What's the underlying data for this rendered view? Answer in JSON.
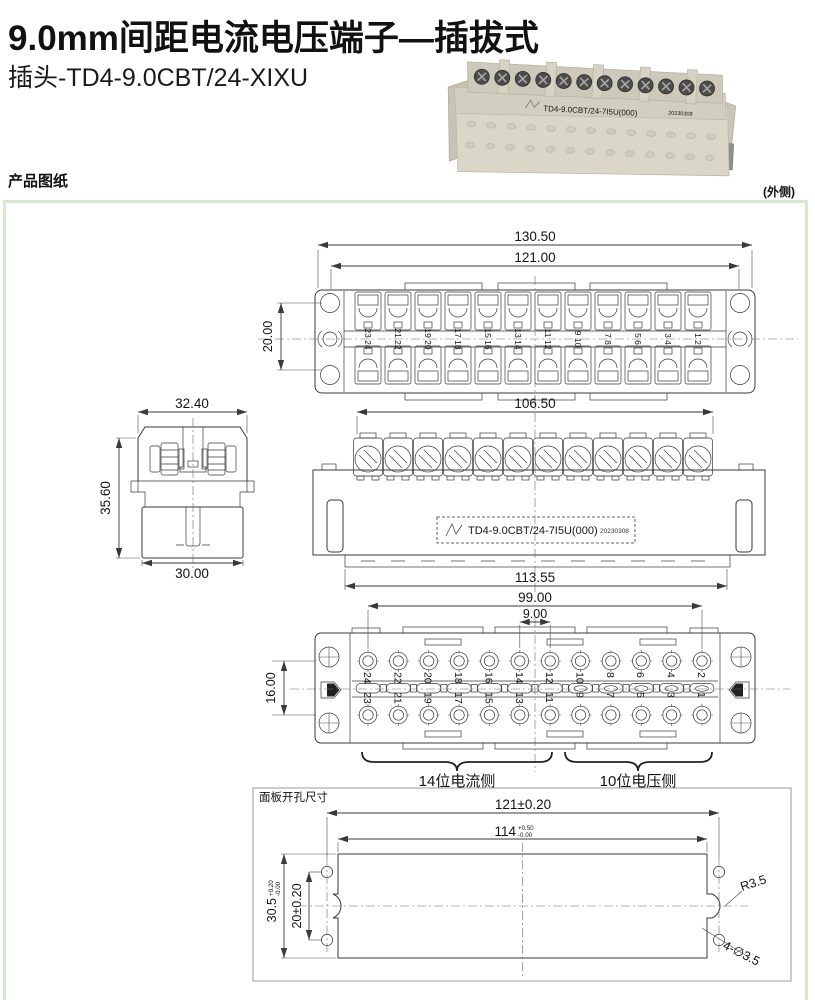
{
  "page": {
    "title": "9.0mm间距电流电压端子—插拔式",
    "subtitle": "插头-TD4-9.0CBT/24-XIXU",
    "section_header": "产品图纸",
    "outer_side_note": "(外侧)"
  },
  "colors": {
    "box_border": "#d8e9cb",
    "line": "#3a3a3a",
    "photo_body": "#d9d5c7"
  },
  "photo": {
    "marking": "TD4-9.0CBT/24-7I5U(000)",
    "marking_right": "20230308"
  },
  "drawings": {
    "top_view": {
      "dim_overall_width": "130.50",
      "dim_inner_width": "121.00",
      "dim_screw_span": "20.00",
      "pair_labels": [
        "23 24",
        "21 22",
        "19 20",
        "17 18",
        "15 16",
        "13 14",
        "11 12",
        "9 10",
        "7 8",
        "5 6",
        "3 4",
        "1 2"
      ]
    },
    "side_view": {
      "dim_width": "32.40",
      "dim_height": "35.60",
      "dim_base_width": "30.00"
    },
    "front_view": {
      "dim_top_width": "106.50",
      "dim_bottom_width": "113.55",
      "marking": "TD4-9.0CBT/24-7I5U(000)",
      "date_code": "20230308"
    },
    "pin_view": {
      "dim_pin_span": "99.00",
      "dim_pitch": "9.00",
      "dim_row_span": "16.00",
      "top_pin_numbers": [
        "24",
        "22",
        "20",
        "18",
        "16",
        "14",
        "12",
        "10",
        "8",
        "6",
        "4",
        "2"
      ],
      "bottom_pin_numbers": [
        "23",
        "21",
        "19",
        "17",
        "15",
        "13",
        "11",
        "9",
        "7",
        "5",
        "3",
        "1"
      ],
      "left_group_label": "14位电流侧",
      "right_group_label": "10位电压侧"
    },
    "panel_cutout": {
      "section_label": "面板开孔尺寸",
      "dim_hole_span": "121±0.20",
      "dim_cutout_width": "114",
      "cutout_width_tol_upper": "+0.50",
      "cutout_width_tol_lower": "-0.00",
      "dim_cutout_height": "30.5",
      "cutout_height_tol_upper": "+0.20",
      "cutout_height_tol_lower": "-0.00",
      "dim_hole_row_span": "20±0.20",
      "corner_radius_label": "R3.5",
      "holes_label": "4-∅3.5"
    }
  }
}
